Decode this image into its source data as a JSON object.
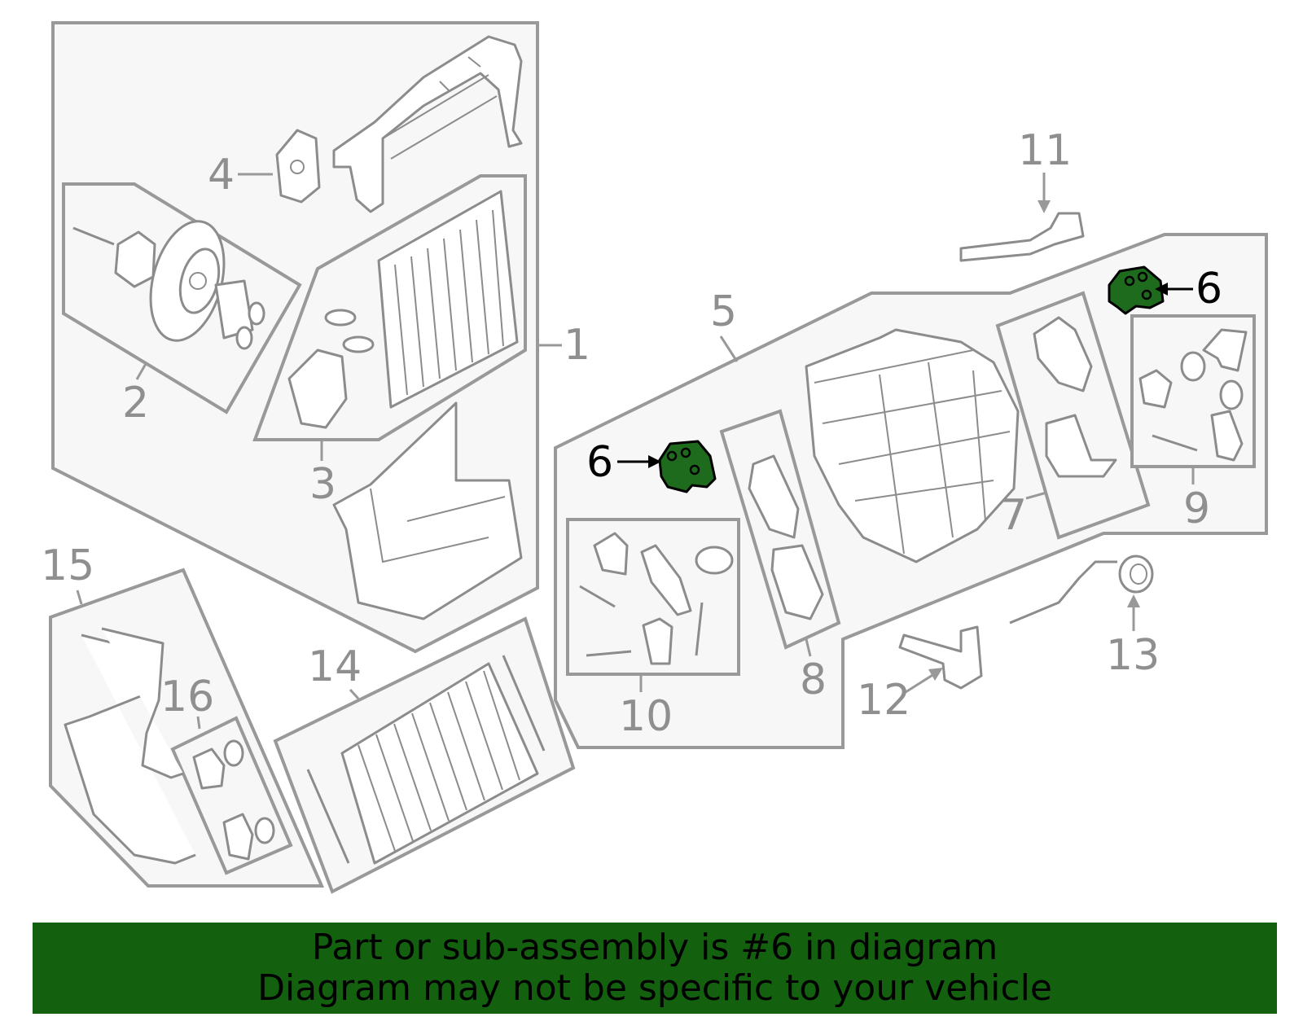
{
  "callouts": {
    "n1": "1",
    "n2": "2",
    "n3": "3",
    "n4": "4",
    "n5": "5",
    "n6a": "6",
    "n6b": "6",
    "n7": "7",
    "n8": "8",
    "n9": "9",
    "n10": "10",
    "n11": "11",
    "n12": "12",
    "n13": "13",
    "n14": "14",
    "n15": "15",
    "n16": "16"
  },
  "highlight": {
    "part_number": "6",
    "color": "#1e6b1e"
  },
  "banner": {
    "line1": "Part or sub-assembly is #6 in diagram",
    "line2": "Diagram may not be specific to your vehicle",
    "background": "#13600f"
  }
}
